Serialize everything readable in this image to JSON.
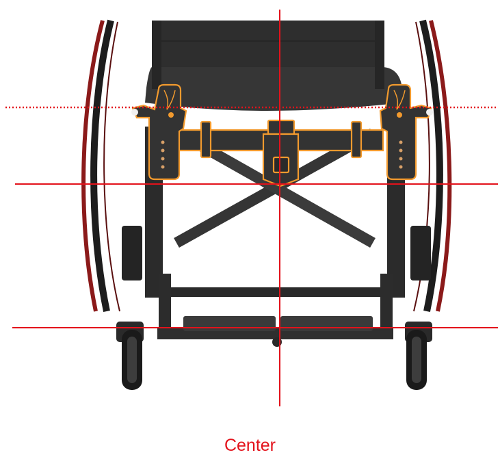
{
  "caption": "Center",
  "colors": {
    "guide_line": "#e3121b",
    "caption_text": "#e3121b",
    "frame_dark": "#2a2a2a",
    "frame_mid": "#3a3a3a",
    "seat_fabric": "#333333",
    "wheel_rim": "#8b1a1a",
    "highlight_outline": "#f29a2e",
    "tire": "#1a1a1a"
  },
  "guide_lines": [
    {
      "id": "vertical-center",
      "style": "solid",
      "orientation": "vertical"
    },
    {
      "id": "horizontal-upper-dotted",
      "style": "dotted",
      "orientation": "horizontal"
    },
    {
      "id": "horizontal-middle",
      "style": "solid",
      "orientation": "horizontal"
    },
    {
      "id": "horizontal-lower",
      "style": "solid",
      "orientation": "horizontal"
    }
  ],
  "highlighted_parts": [
    "left-seat-bracket",
    "right-seat-bracket",
    "cross-tube",
    "center-clamp"
  ]
}
